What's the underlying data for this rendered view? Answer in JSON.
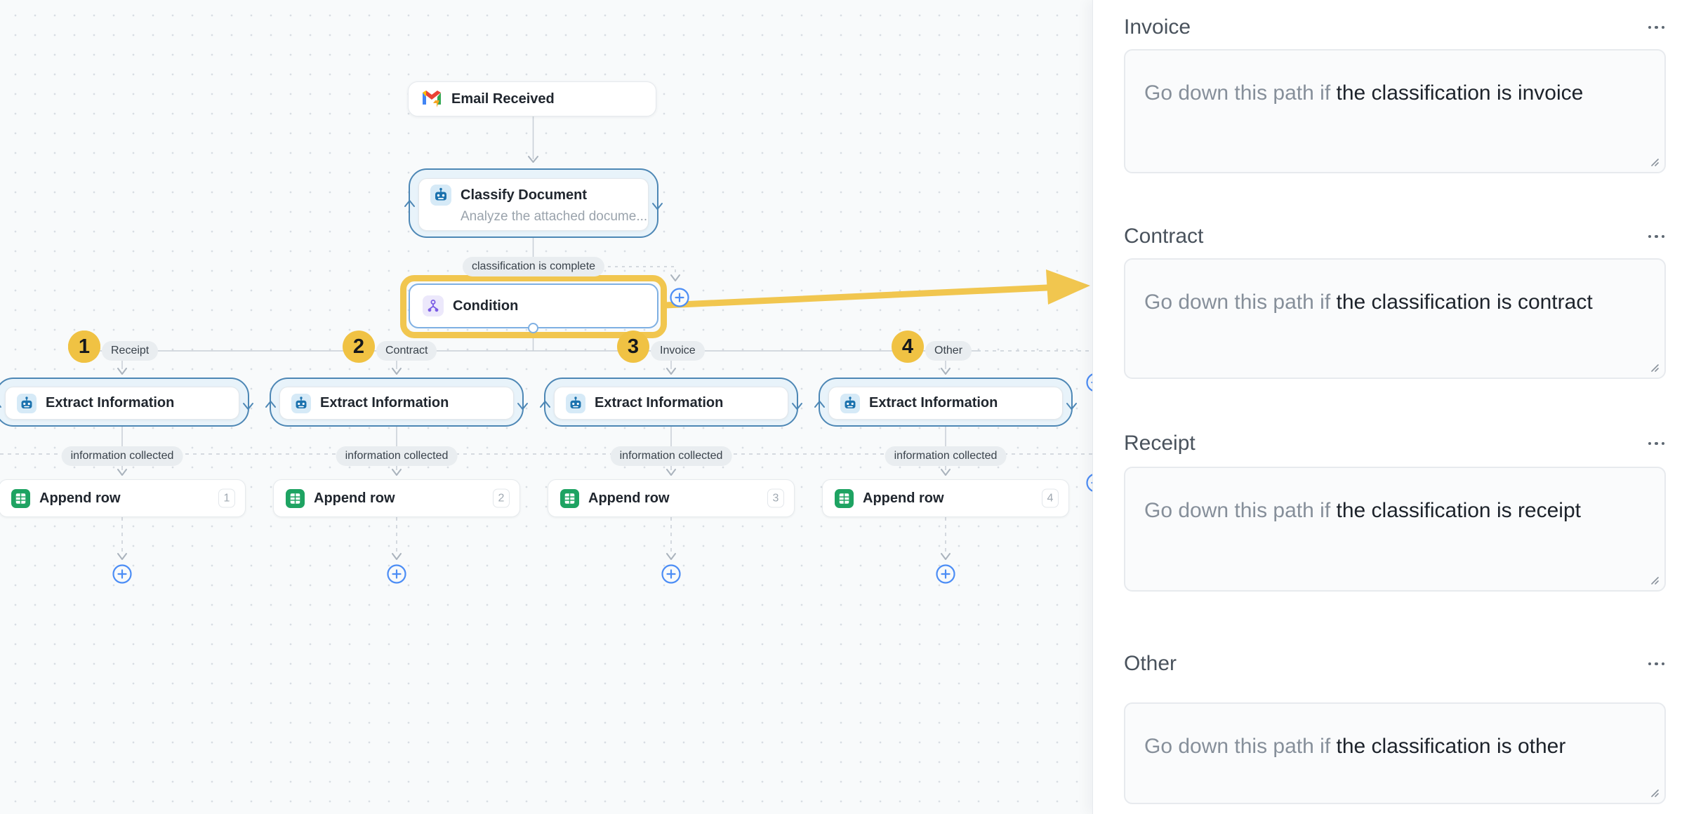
{
  "app": {
    "name": "workflow builder - document classification"
  },
  "colors": {
    "accent_yellow": "#F1C64F",
    "number_badge_yellow": "#F0C243",
    "loop_border_blue": "#4D87B5",
    "condition_border_blue": "#7FB0E3",
    "plus_button_blue": "#4C8DF5",
    "condition_purple": "#7B5CE5",
    "sheets_green": "#1EA362",
    "canvas_bg": "#F8FAFB",
    "panel_bg": "#FFFFFF"
  },
  "canvas": {
    "trigger": {
      "label": "Email Received",
      "icon": "gmail-icon"
    },
    "classifier": {
      "label": "Classify Document",
      "subtitle": "Analyze the attached docume...",
      "icon": "ai-robot-icon",
      "edge_label": "classification is complete"
    },
    "condition": {
      "label": "Condition",
      "icon": "branch-icon"
    },
    "branches": [
      {
        "number": "1",
        "label": "Receipt",
        "extract_label": "Extract Information",
        "edge_label": "information collected",
        "action_label": "Append row",
        "badge": "1"
      },
      {
        "number": "2",
        "label": "Contract",
        "extract_label": "Extract Information",
        "edge_label": "information collected",
        "action_label": "Append row",
        "badge": "2"
      },
      {
        "number": "3",
        "label": "Invoice",
        "extract_label": "Extract Information",
        "edge_label": "information collected",
        "action_label": "Append row",
        "badge": "3"
      },
      {
        "number": "4",
        "label": "Other",
        "extract_label": "Extract Information",
        "edge_label": "information collected",
        "action_label": "Append row",
        "badge": "4"
      }
    ]
  },
  "panel": {
    "sections": [
      {
        "title": "Invoice",
        "prefix": "Go down this path if ",
        "value": "the classification is invoice"
      },
      {
        "title": "Contract",
        "prefix": "Go down this path if ",
        "value": "the classification is contract"
      },
      {
        "title": "Receipt",
        "prefix": "Go down this path if ",
        "value": "the classification is receipt"
      },
      {
        "title": "Other",
        "prefix": "Go down this path if ",
        "value": "the classification is other"
      }
    ]
  }
}
